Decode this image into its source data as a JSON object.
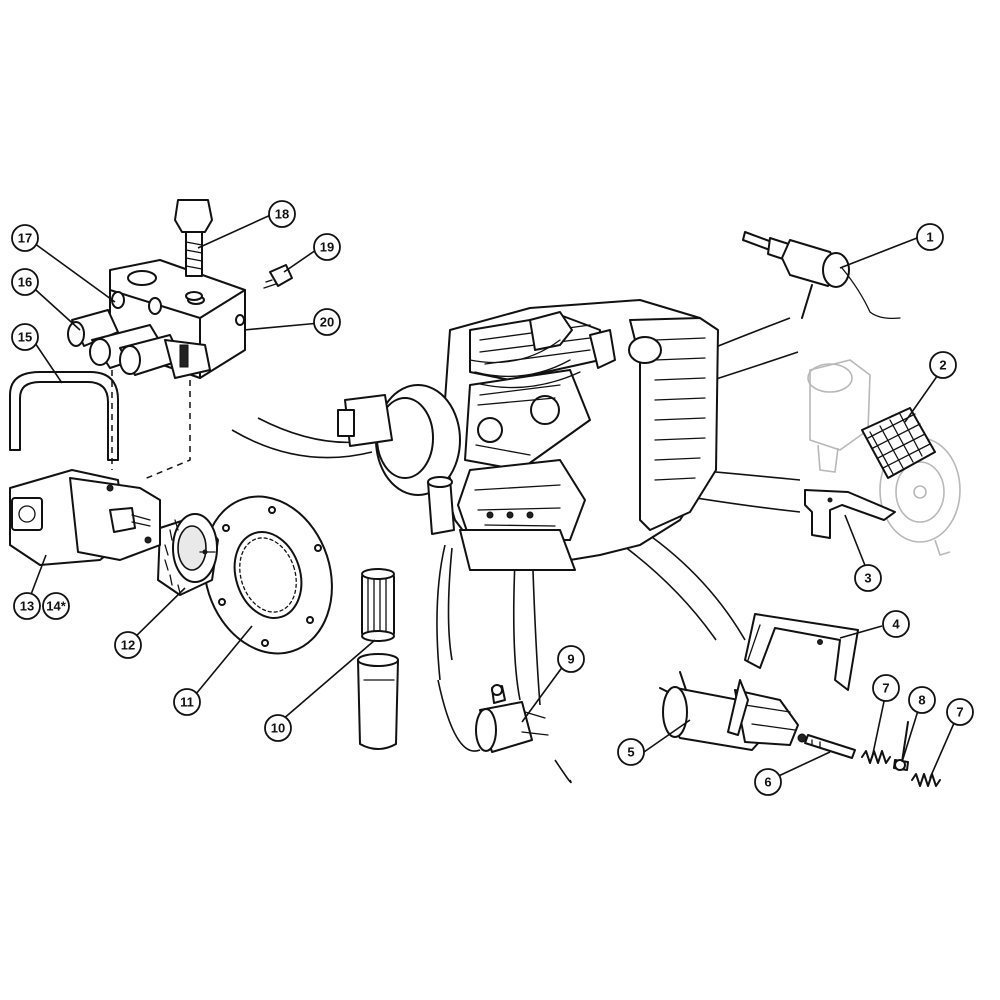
{
  "callouts": [
    {
      "id": "c1",
      "label": "1"
    },
    {
      "id": "c2",
      "label": "2"
    },
    {
      "id": "c3",
      "label": "3"
    },
    {
      "id": "c4",
      "label": "4"
    },
    {
      "id": "c5",
      "label": "5"
    },
    {
      "id": "c6",
      "label": "6"
    },
    {
      "id": "c7a",
      "label": "7"
    },
    {
      "id": "c7b",
      "label": "7"
    },
    {
      "id": "c8",
      "label": "8"
    },
    {
      "id": "c9",
      "label": "9"
    },
    {
      "id": "c10",
      "label": "10"
    },
    {
      "id": "c11",
      "label": "11"
    },
    {
      "id": "c12",
      "label": "12"
    },
    {
      "id": "c13",
      "label": "13"
    },
    {
      "id": "c14",
      "label": "14*"
    },
    {
      "id": "c15",
      "label": "15"
    },
    {
      "id": "c16",
      "label": "16"
    },
    {
      "id": "c17",
      "label": "17"
    },
    {
      "id": "c18",
      "label": "18"
    },
    {
      "id": "c19",
      "label": "19"
    },
    {
      "id": "c20",
      "label": "20"
    }
  ]
}
